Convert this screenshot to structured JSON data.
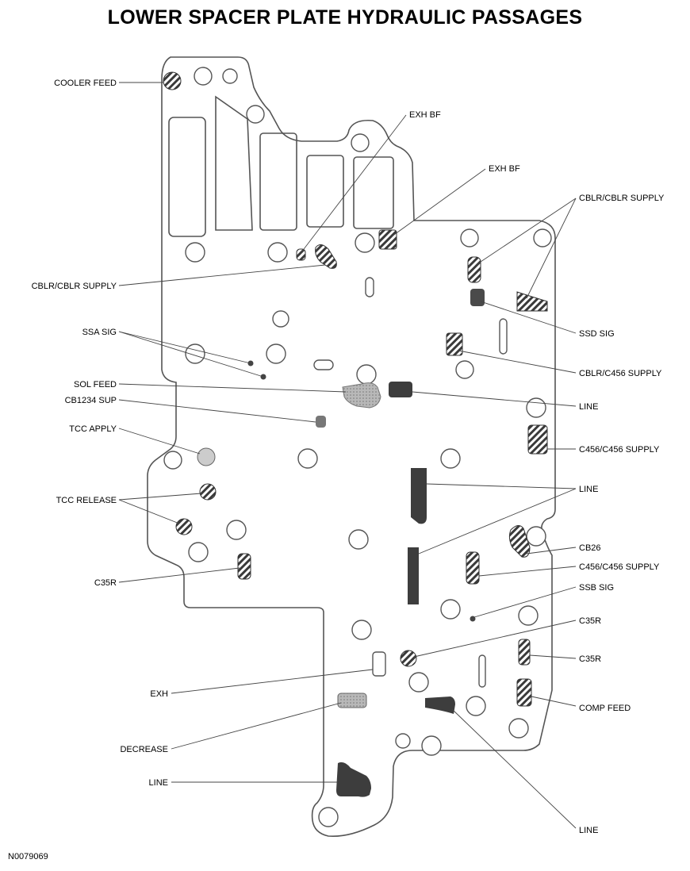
{
  "title": "LOWER SPACER PLATE HYDRAULIC PASSAGES",
  "figure_id": "N0079069",
  "labels": {
    "cooler_feed": "COOLER FEED",
    "exh_bf_1": "EXH BF",
    "exh_bf_2": "EXH BF",
    "cblr_supply_right": "CBLR/CBLR SUPPLY",
    "cblr_supply_left": "CBLR/CBLR SUPPLY",
    "ssa_sig": "SSA SIG",
    "ssd_sig": "SSD SIG",
    "cblr_c456_supply": "CBLR/C456 SUPPLY",
    "sol_feed": "SOL FEED",
    "cb1234_sup": "CB1234 SUP",
    "line_1": "LINE",
    "tcc_apply": "TCC APPLY",
    "c456_supply_1": "C456/C456 SUPPLY",
    "line_2": "LINE",
    "tcc_release": "TCC RELEASE",
    "cb26": "CB26",
    "c456_supply_2": "C456/C456 SUPPLY",
    "c35r_left": "C35R",
    "ssb_sig": "SSB SIG",
    "c35r_right_1": "C35R",
    "c35r_right_2": "C35R",
    "exh": "EXH",
    "comp_feed": "COMP FEED",
    "decrease": "DECREASE",
    "line_3": "LINE",
    "line_4": "LINE"
  },
  "colors": {
    "plate_outline": "#555555",
    "line_passage": "#3d3d3d",
    "sol_feed": "#b5b5b5",
    "tcc_apply": "#cccccc",
    "hatch": "#3a3a3a"
  }
}
